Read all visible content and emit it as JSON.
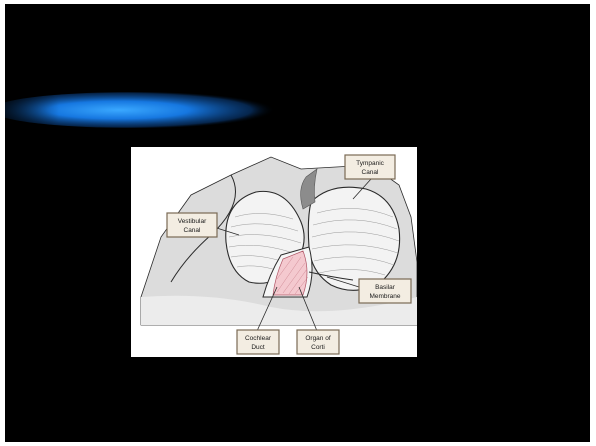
{
  "slide": {
    "background": "#000000",
    "accent_glow_color": "#1E90FF"
  },
  "figure": {
    "labels": {
      "tympanic_1": "Tympanic",
      "tympanic_2": "Canal",
      "vestibular_1": "Vestibular",
      "vestibular_2": "Canal",
      "basilar_1": "Basilar",
      "basilar_2": "Membrane",
      "cochlear_1": "Cochlear",
      "cochlear_2": "Duct",
      "organ_1": "Organ of",
      "organ_2": "Corti"
    },
    "colors": {
      "tissue": "#dcdcdc",
      "canal_fill": "#f3f3f3",
      "organ_fill": "#f4c9cf",
      "label_box": "#f3ede2",
      "label_border": "#7a6a55",
      "outline": "#2a2a2a"
    }
  }
}
